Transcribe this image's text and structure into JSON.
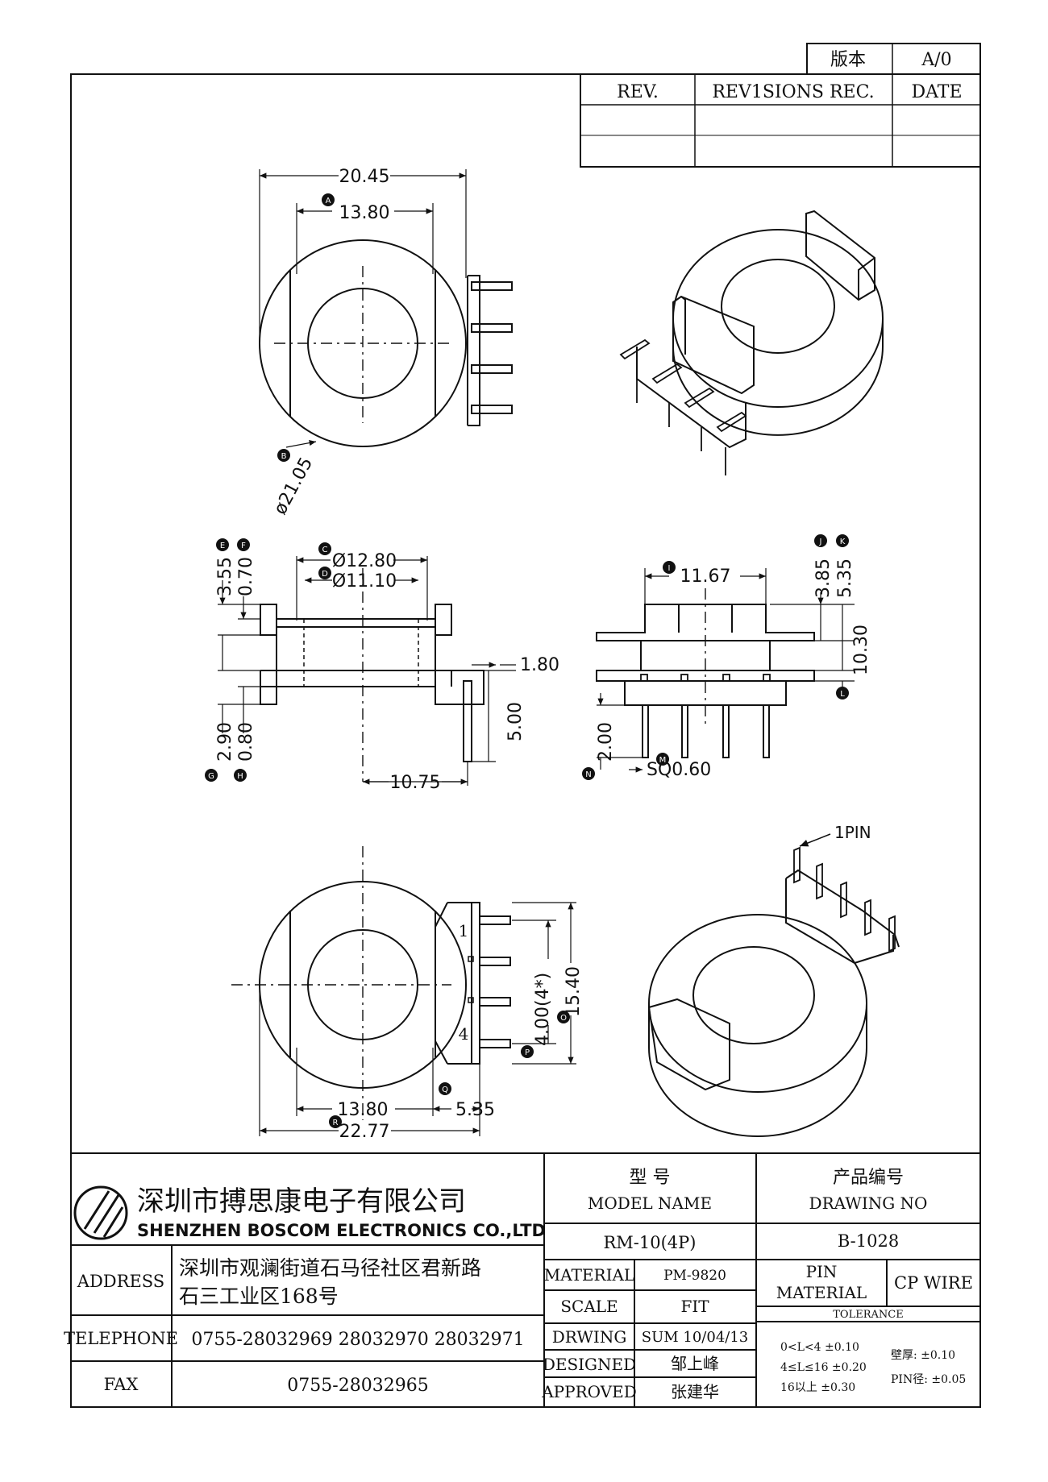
{
  "version_box": {
    "label": "版本",
    "value": "A/0"
  },
  "revision_table": {
    "headers": [
      "REV.",
      "REV1SIONS REC.",
      "DATE"
    ]
  },
  "top_view": {
    "width_total": "20.45",
    "width_inner": "13.80",
    "diameter": "ø21.05",
    "callouts": [
      "A",
      "B"
    ]
  },
  "front_view": {
    "c_diameter": "Ø12.80",
    "d_diameter": "Ø11.10",
    "pin_offset": "1.80",
    "flange_height": "3.55",
    "flange_thickness": "0.70",
    "base_height": "2.90",
    "base_thickness": "0.80",
    "pin_length": "5.00",
    "pin_distance": "10.75",
    "callouts": [
      "C",
      "D",
      "E",
      "F",
      "G",
      "H"
    ]
  },
  "side_view": {
    "top_width": "11.67",
    "k_height": "3.85",
    "l_height": "5.35",
    "overall_height": "10.30",
    "pin_stub": "2.00",
    "pin_size": "SQ0.60",
    "callouts": [
      "I",
      "J",
      "K",
      "L",
      "M",
      "N"
    ]
  },
  "bottom_view": {
    "inner_width": "13.80",
    "offset": "5.35",
    "overall_width": "22.77",
    "pin_pitch": "4.00(4*)",
    "pin_span": "15.40",
    "pin_labels": [
      "1",
      "4"
    ],
    "callouts": [
      "O",
      "P",
      "Q",
      "R"
    ]
  },
  "iso_view": {
    "pin_note": "1PIN"
  },
  "title_block": {
    "company_cn": "深圳市搏思康电子有限公司",
    "company_en": "SHENZHEN BOSCOM ELECTRONICS CO.,LTD",
    "address_label": "ADDRESS",
    "address_line1": "深圳市观澜街道石马径社区君新路",
    "address_line2": "石三工业区168号",
    "telephone_label": "TELEPHONE",
    "telephone": "0755-28032969 28032970 28032971",
    "fax_label": "FAX",
    "fax": "0755-28032965",
    "model_label_cn": "型    号",
    "model_label_en": "MODEL NAME",
    "model": "RM-10(4P)",
    "drawing_label_cn": "产品编号",
    "drawing_label_en": "DRAWING NO",
    "drawing_no": "B-1028",
    "material_label": "MATERIAL",
    "material": "PM-9820",
    "pin_label": "PIN",
    "pin_material_label": "MATERIAL",
    "pin_material": "CP WIRE",
    "scale_label": "SCALE",
    "scale": "FIT",
    "drawing_label": "DRWING",
    "drawing_date": "SUM 10/04/13",
    "designed_label": "DESIGNED",
    "designer": "邹上峰",
    "approved_label": "APPROVED",
    "approver": "张建华",
    "tolerance_label": "TOLERANCE",
    "tol_1": "0<L<4      ±0.10",
    "tol_2": "4≤L≤16   ±0.20",
    "tol_3": "16以上       ±0.30",
    "wall": "壁厚:  ±0.10",
    "pin_dia": "PIN径: ±0.05"
  }
}
